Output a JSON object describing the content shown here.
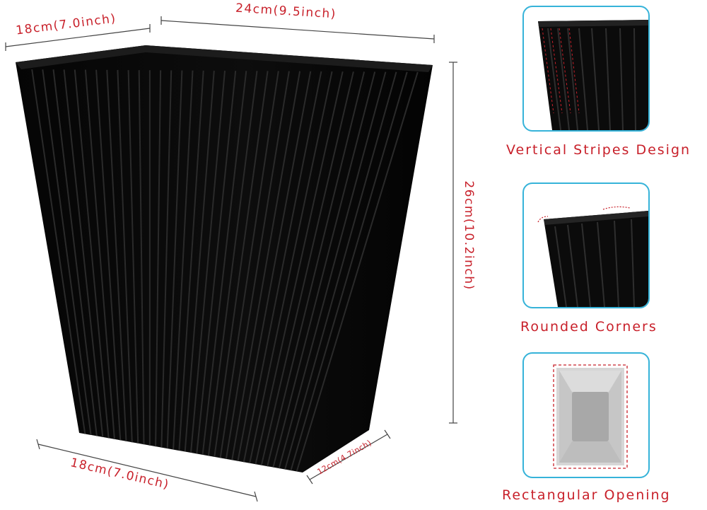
{
  "product": {
    "name": "black-vertical-striped-rectangular-wastebasket",
    "colors": {
      "body": "#0a0a0a",
      "stripe": "#2a2a2a",
      "dimension_text": "#c8202a",
      "callout_border": "#36b3d9",
      "opening_fill": "#b4b4b4"
    }
  },
  "dimensions": {
    "top_depth": "18cm(7.0inch)",
    "top_width": "24cm(9.5inch)",
    "height": "26cm(10.2inch)",
    "bottom_width": "18cm(7.0inch)",
    "bottom_depth": "12cm(4.7inch)"
  },
  "features": [
    {
      "label": "Vertical Stripes Design",
      "icon": "stripes-closeup"
    },
    {
      "label": "Rounded Corners",
      "icon": "rim-closeup"
    },
    {
      "label": "Rectangular Opening",
      "icon": "top-view-opening"
    }
  ]
}
